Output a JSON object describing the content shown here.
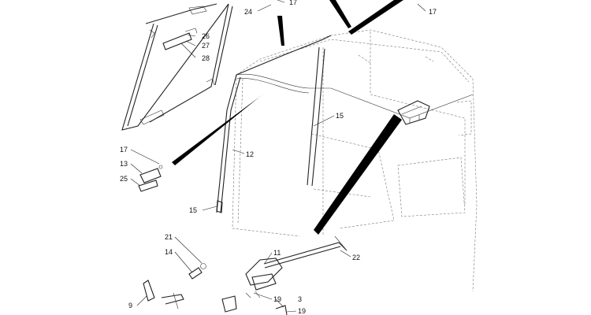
{
  "callouts": {
    "c24": "24",
    "c17a": "17",
    "c17b": "17",
    "c26": "26",
    "c27": "27",
    "c28": "28",
    "c15a": "15",
    "c12": "12",
    "c17c": "17",
    "c13": "13",
    "c25": "25",
    "c15b": "15",
    "c21": "21",
    "c14": "14",
    "c11": "11",
    "c22": "22",
    "c9": "9",
    "c19a": "19",
    "c3": "3",
    "c19b": "19"
  },
  "colors": {
    "line": "#222222",
    "ghost": "#777777",
    "wedge": "#000000",
    "background": "#ffffff"
  }
}
